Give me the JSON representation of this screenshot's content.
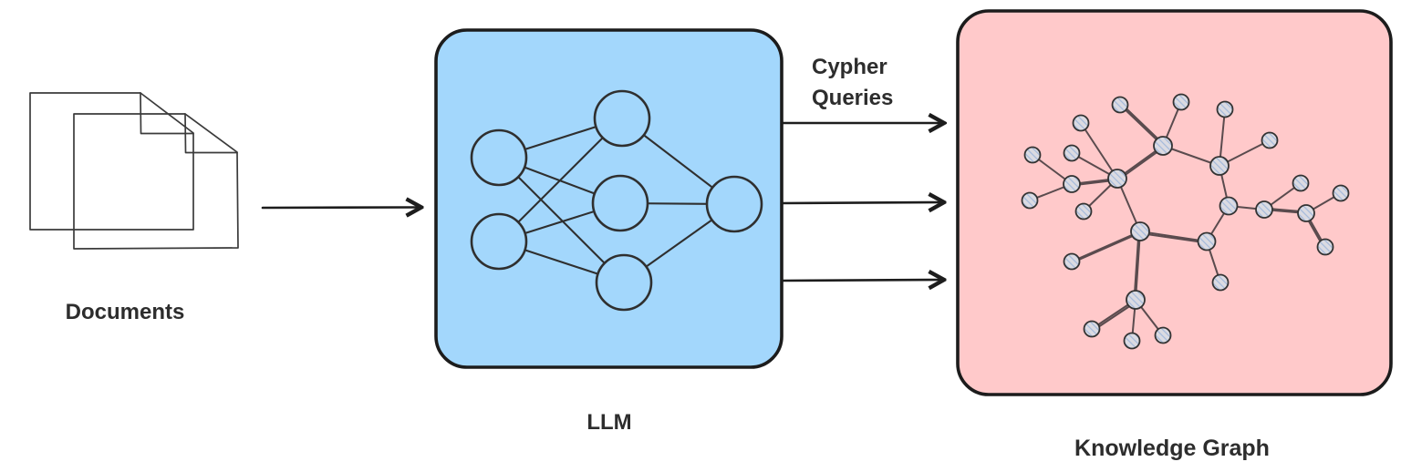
{
  "labels": {
    "documents": "Documents",
    "llm": "LLM",
    "knowledge_graph": "Knowledge Graph"
  },
  "arrow_caption": {
    "full": "Cypher Queries",
    "lines": [
      "Cypher",
      "Queries"
    ]
  },
  "colors": {
    "llm_box_fill": "#a3d7fc",
    "kg_box_fill": "#ffc9ca",
    "box_stroke": "#1c1c1c",
    "sketch_stroke": "#3b3b3b",
    "nn_stroke": "#2f2f2f",
    "kg_edge": "#5a4b4e",
    "node_fill": "#dbdbe2",
    "node_hatch": "#a4badb",
    "node_stroke": "#333333",
    "arrow": "#1d1d1d",
    "text_color": "#2d2d2d"
  },
  "diagram": {
    "flow": [
      "Documents",
      "LLM",
      "Knowledge Graph"
    ],
    "llm_to_kg_arrow_count": 3,
    "llm_network": {
      "input_nodes": 2,
      "hidden_nodes": 3,
      "output_nodes": 1
    },
    "kg_node_count": 27
  }
}
